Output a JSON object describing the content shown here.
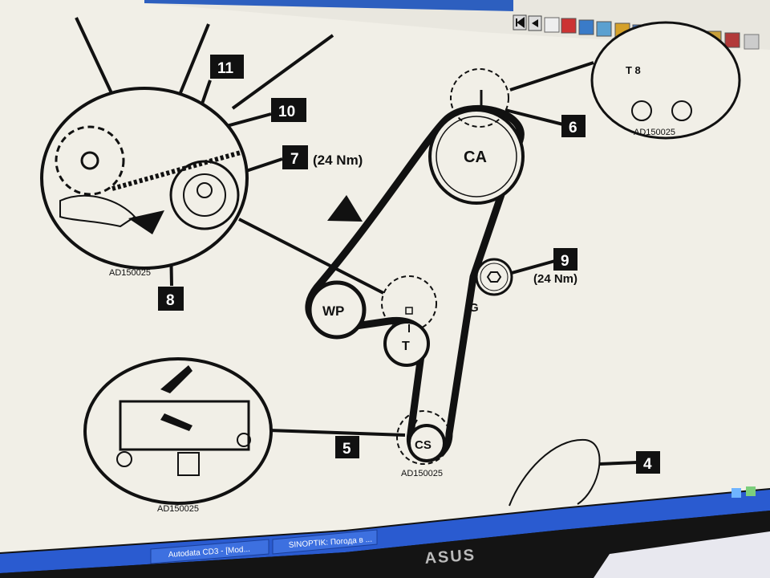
{
  "toolbar": {
    "icons": [
      "first-page-icon",
      "previous-page-icon",
      "warning-icon",
      "print-icon",
      "diagram-icon",
      "tool-icon",
      "gauge-icon",
      "chart-icon",
      "settings-icon",
      "car-icon",
      "help-icon",
      "info-icon",
      "exit-icon"
    ]
  },
  "diagram": {
    "callouts": {
      "c11": "11",
      "c10": "10",
      "c7": "7",
      "c6": "6",
      "c9": "9",
      "c8": "8",
      "c5": "5",
      "c4": "4"
    },
    "torque_7": "(24 Nm)",
    "torque_9": "(24 Nm)",
    "pulleys": {
      "ca": "CA",
      "wp": "WP",
      "t": "T",
      "cs": "CS",
      "g": "G"
    },
    "cam_mark": "T 8",
    "codes": {
      "top_left": "AD150025",
      "bottom_left": "AD150025",
      "center": "AD150025",
      "top_right": "AD150025"
    }
  },
  "taskbar": {
    "items": [
      "Autodata CD3 - [Mod...",
      "SINOPTIK: Погода в ..."
    ]
  },
  "monitor": {
    "brand": "ASUS"
  }
}
